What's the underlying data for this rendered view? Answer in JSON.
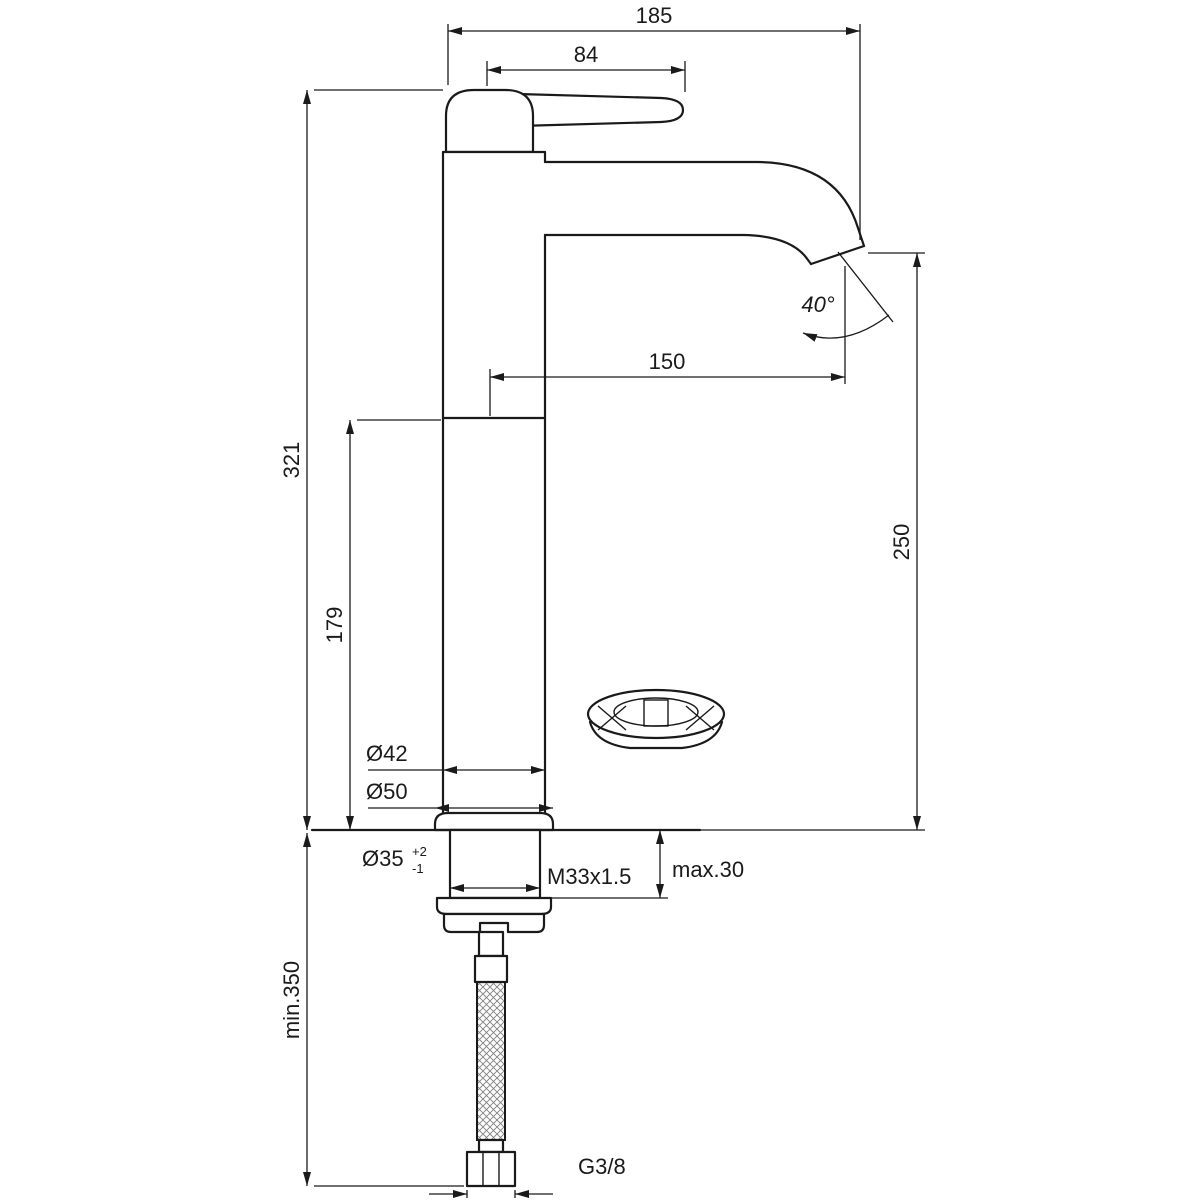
{
  "colors": {
    "line": "#1a1a1a",
    "background": "#ffffff"
  },
  "diagram": {
    "dimensions": {
      "overall_width": "185",
      "handle_length": "84",
      "spout_angle": "40°",
      "spout_reach": "150",
      "total_height": "321",
      "body_height": "179",
      "outlet_height": "250",
      "body_diameter": "Ø42",
      "base_diameter": "Ø50",
      "hole_diameter": "Ø35",
      "hole_tolerance_plus": "+2",
      "hole_tolerance_minus": "-1",
      "thread_spec": "M33x1.5",
      "max_deck_thickness": "max.30",
      "min_hose_length": "min.350",
      "supply_connection": "G3/8"
    }
  }
}
